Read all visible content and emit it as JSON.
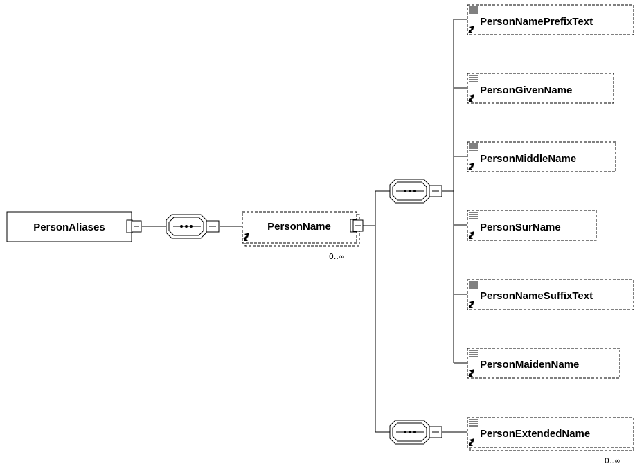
{
  "diagram": {
    "root": {
      "label": "PersonAliases"
    },
    "person_name": {
      "label": "PersonName",
      "cardinality": "0..∞"
    },
    "children": [
      {
        "label": "PersonNamePrefixText"
      },
      {
        "label": "PersonGivenName"
      },
      {
        "label": "PersonMiddleName"
      },
      {
        "label": "PersonSurName"
      },
      {
        "label": "PersonNameSuffixText"
      },
      {
        "label": "PersonMaidenName"
      }
    ],
    "extended": {
      "label": "PersonExtendedName",
      "cardinality": "0..∞"
    }
  }
}
